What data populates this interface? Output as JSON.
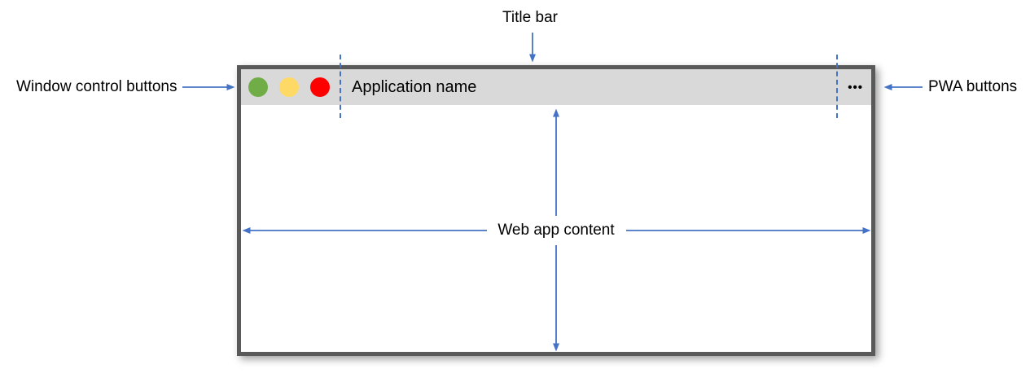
{
  "labels": {
    "title_bar": "Title bar",
    "window_controls": "Window control buttons",
    "pwa_buttons": "PWA buttons",
    "web_app_content": "Web app content"
  },
  "window": {
    "app_name": "Application name",
    "pwa_menu_glyph": "•••"
  },
  "colors": {
    "arrow_blue": "#4472C4",
    "window_border": "#595959",
    "titlebar_bg": "#D9D9D9",
    "content_bg": "#FFFFFF",
    "ctrl_green": "#70AD47",
    "ctrl_yellow": "#FFD966",
    "ctrl_red": "#FF0000",
    "text": "#000000"
  }
}
